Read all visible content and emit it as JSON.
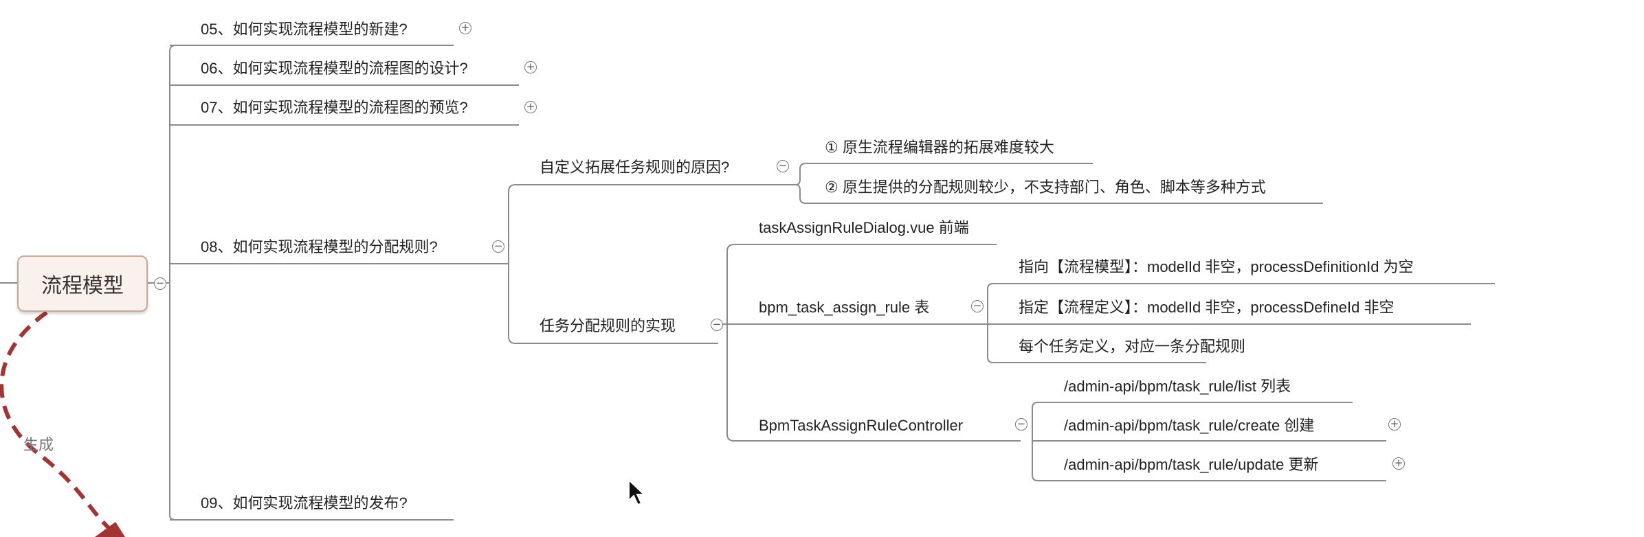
{
  "root": {
    "label": "流程模型"
  },
  "relationship": {
    "label": "生成",
    "color": "#a33434"
  },
  "branches": {
    "q05": "05、如何实现流程模型的新建?",
    "q06": "06、如何实现流程模型的流程图的设计?",
    "q07": "07、如何实现流程模型的流程图的预览?",
    "q08": "08、如何实现流程模型的分配规则?",
    "q09": "09、如何实现流程模型的发布?"
  },
  "q08_children": {
    "reason": {
      "label": "自定义拓展任务规则的原因?",
      "items": [
        "① 原生流程编辑器的拓展难度较大",
        "② 原生提供的分配规则较少，不支持部门、角色、脚本等多种方式"
      ]
    },
    "impl": {
      "label": "任务分配规则的实现",
      "frontend": "taskAssignRuleDialog.vue 前端",
      "table": {
        "label": "bpm_task_assign_rule 表",
        "items": [
          "指向【流程模型】：modelId 非空，processDefinitionId 为空",
          "指定【流程定义】：modelId 非空，processDefineId 非空",
          "每个任务定义，对应一条分配规则"
        ]
      },
      "controller": {
        "label": "BpmTaskAssignRuleController",
        "items": [
          "/admin-api/bpm/task_rule/list 列表",
          "/admin-api/bpm/task_rule/create 创建",
          "/admin-api/bpm/task_rule/update 更新"
        ]
      }
    }
  },
  "toggle_symbols": {
    "collapsed": "+",
    "expanded": "−"
  }
}
